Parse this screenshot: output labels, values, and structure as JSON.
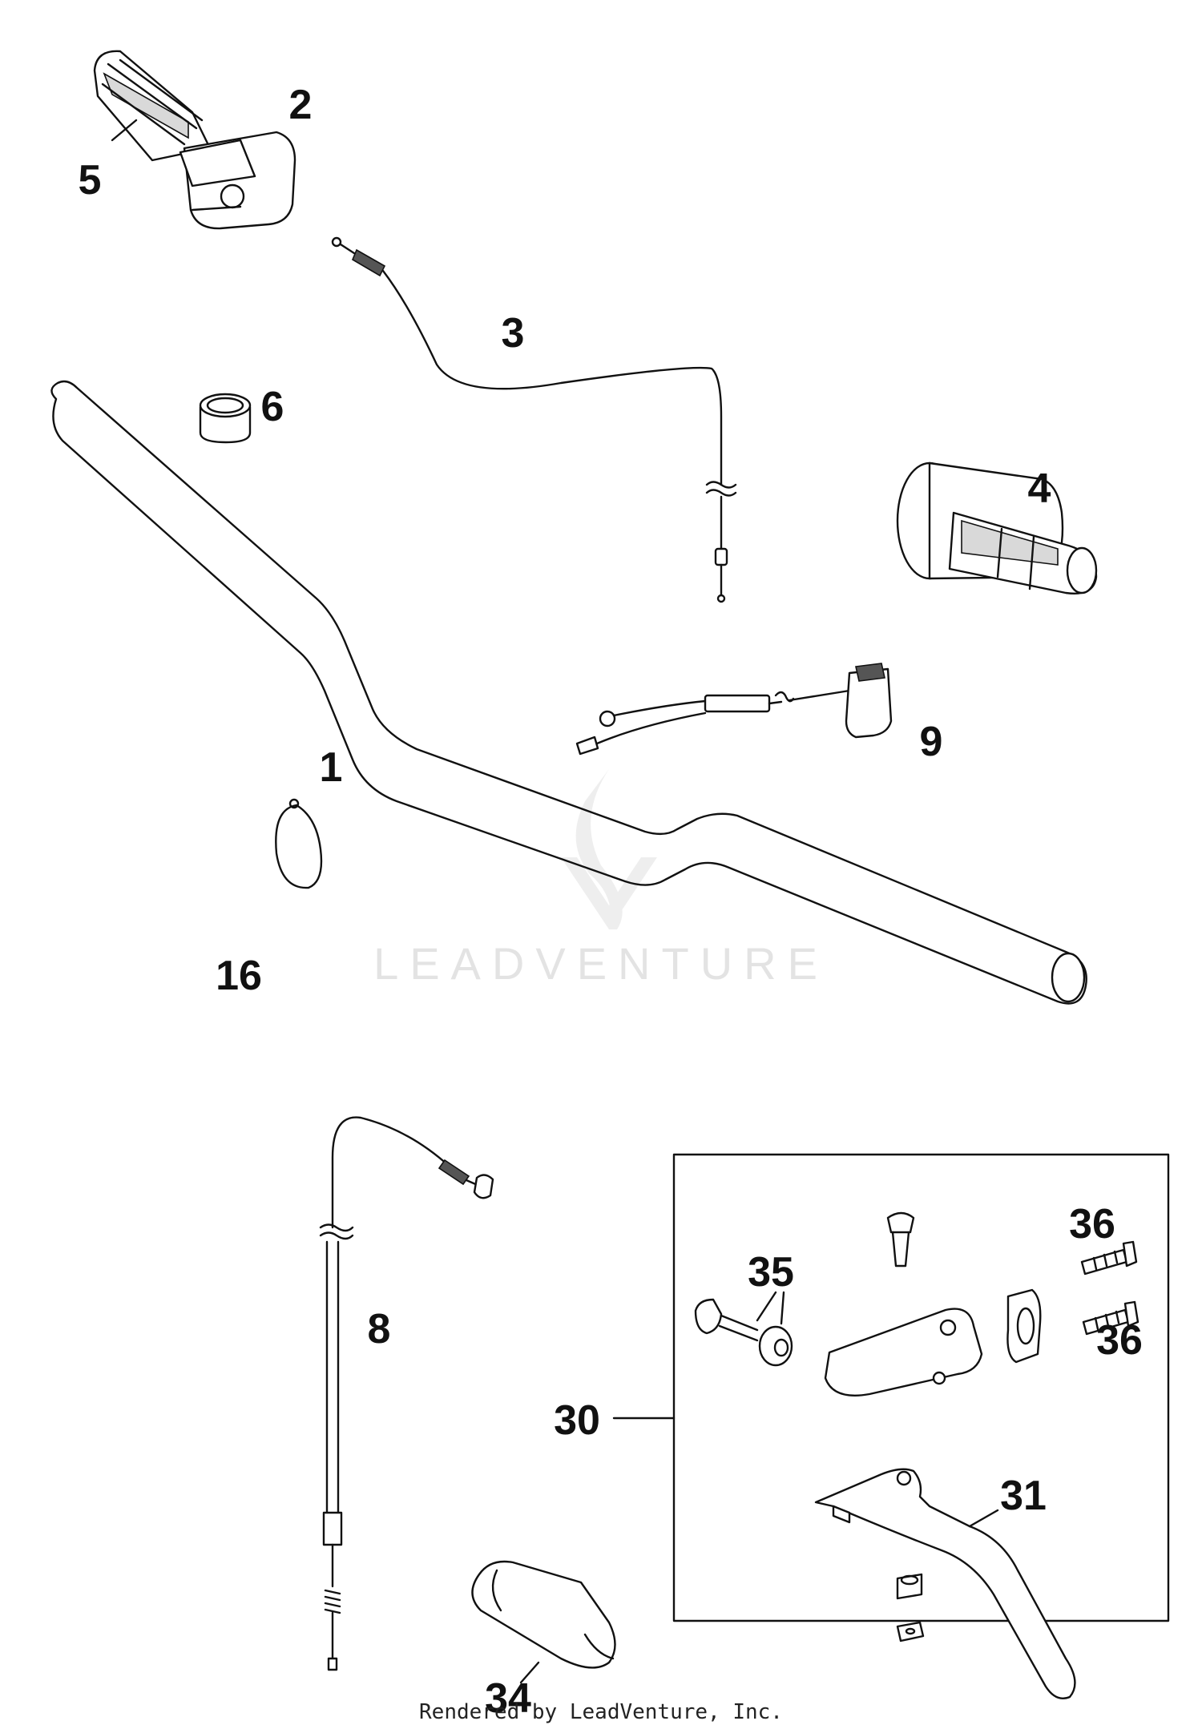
{
  "callouts": {
    "c1": "1",
    "c2": "2",
    "c3": "3",
    "c4": "4",
    "c5": "5",
    "c6": "6",
    "c8": "8",
    "c9": "9",
    "c16": "16",
    "c30": "30",
    "c31": "31",
    "c34": "34",
    "c35": "35",
    "c36a": "36",
    "c36b": "36"
  },
  "watermark": "LEADVENTURE",
  "footer": "Rendered by LeadVenture, Inc."
}
